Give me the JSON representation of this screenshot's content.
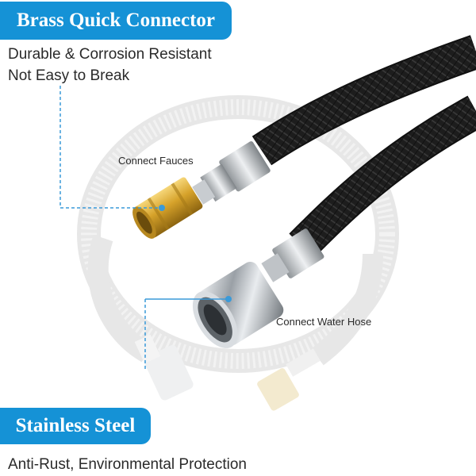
{
  "features": {
    "top_badge": "Brass Quick Connector",
    "top_line_1": "Durable & Corrosion Resistant",
    "top_line_2": "Not Easy to Break",
    "bottom_badge": "Stainless Steel",
    "bottom_line": "Anti-Rust, Environmental Protection"
  },
  "callouts": {
    "faucet": "Connect Fauces",
    "water_hose": "Connect Water Hose"
  },
  "colors": {
    "badge": "#1592d6",
    "hose": "#1b1b1b",
    "brass": "#d6a22a",
    "chrome": "#c9cdd2",
    "guide_line": "#3a9ad9"
  }
}
